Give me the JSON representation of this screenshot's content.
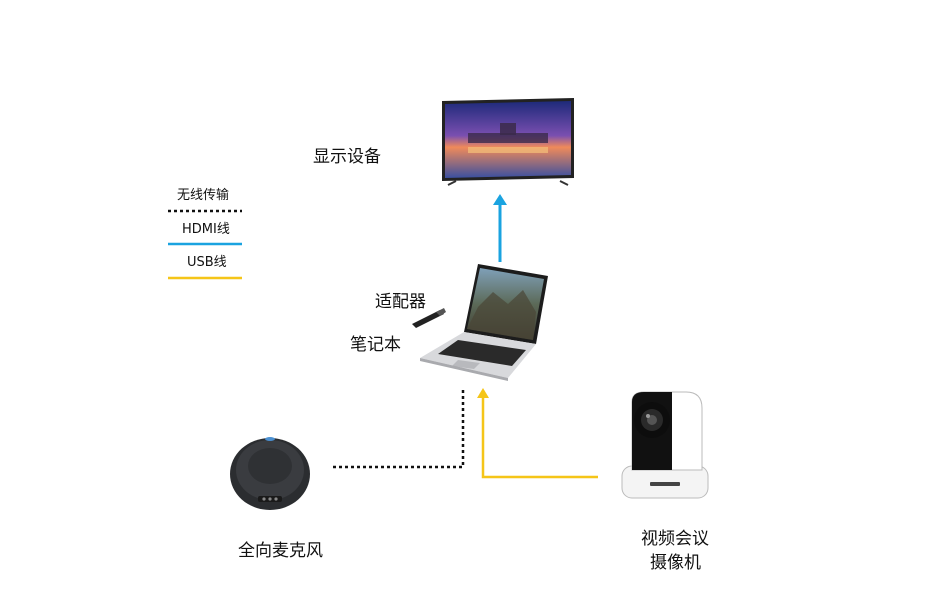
{
  "legend": {
    "wireless": "无线传输",
    "hdmi": "HDMI线",
    "usb": "USB线"
  },
  "labels": {
    "display": "显示设备",
    "adapter": "适配器",
    "laptop": "笔记本",
    "microphone": "全向麦克风",
    "camera_line1": "视频会议",
    "camera_line2": "摄像机"
  },
  "colors": {
    "hdmi": "#1aa3e0",
    "usb": "#f5c518",
    "wireless": "#111111"
  }
}
